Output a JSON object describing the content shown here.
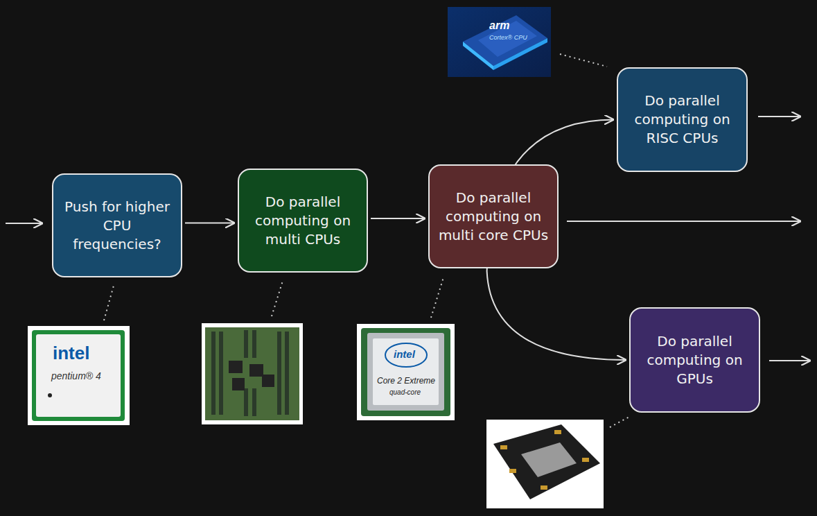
{
  "diagram": {
    "nodes": [
      {
        "text": [
          "Push for higher CPU frequencies?"
        ]
      },
      {
        "text": [
          "Do parallel computing on multi CPUs"
        ]
      },
      {
        "text": [
          "Do parallel computing on multi core CPUs"
        ]
      },
      {
        "text": [
          "Do parallel computing on RISC CPUs"
        ]
      },
      {
        "text": [
          "Do parallel computing on GPUs"
        ]
      }
    ],
    "edges": [
      {
        "from": 0,
        "to": 1,
        "arrow": "to"
      },
      {
        "from": 1,
        "to": 2,
        "arrow": "to"
      },
      {
        "from": 2,
        "to": 3,
        "arrow": "to"
      },
      {
        "from": 2,
        "to": 4,
        "arrow": "to"
      }
    ],
    "labels": [
      "arm",
      "Cortex® CPU",
      "intel",
      "pentium® 4",
      "intel",
      "Core 2 Extreme",
      "quad-core"
    ]
  }
}
